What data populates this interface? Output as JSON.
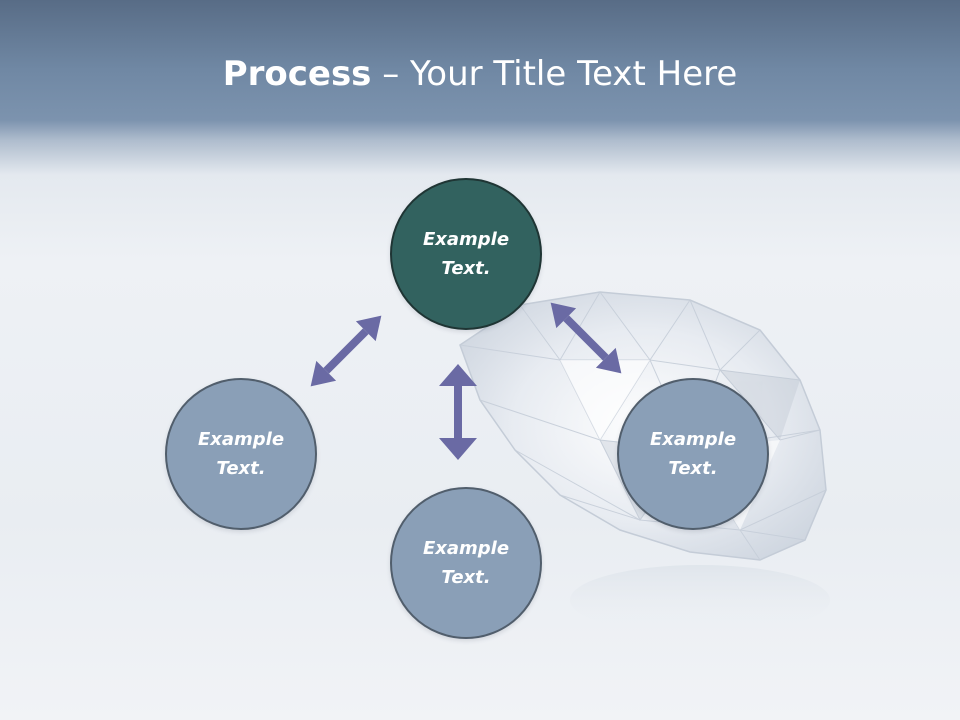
{
  "slide": {
    "title_bold": "Process",
    "title_rest": " – Your Title Text Here"
  },
  "diagram": {
    "center_node": {
      "label": "Example Text."
    },
    "left_node": {
      "label": "Example Text."
    },
    "bottom_node": {
      "label": "Example Text."
    },
    "right_node": {
      "label": "Example Text."
    }
  },
  "colors": {
    "center_node_fill": "#32625f",
    "outer_node_fill": "#8a9fb7",
    "arrow_color": "#6a6aa4",
    "title_bar": "#6e87a3"
  }
}
